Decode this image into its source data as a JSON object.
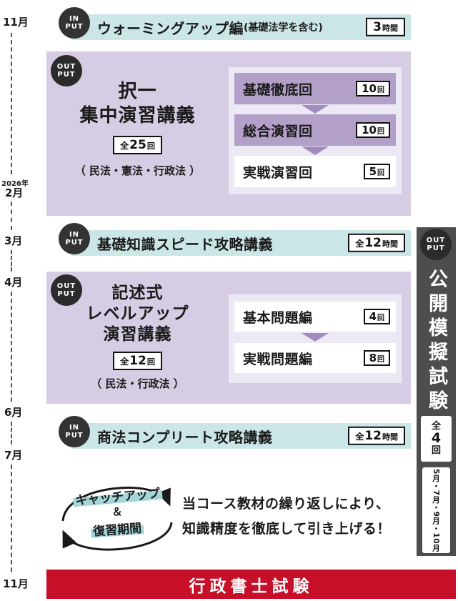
{
  "badges": {
    "in_top": "IN",
    "in_bottom": "PUT",
    "out_top": "OUT",
    "out_bottom": "PUT"
  },
  "timeline": {
    "m0": "11月",
    "m1_year": "2026年",
    "m1": "2月",
    "m2": "3月",
    "m3": "4月",
    "m4": "6月",
    "m5": "7月",
    "m6": "11月"
  },
  "warmup": {
    "title": "ウォーミングアップ編",
    "subtitle": "(基礎法学を含む)",
    "count_num": "3",
    "count_unit": "時間"
  },
  "takuitsu": {
    "title_line1": "択一",
    "title_line2": "集中演習講義",
    "count_prefix": "全",
    "count_num": "25",
    "count_unit": "回",
    "subjects": "（ 民法・憲法・行政法 ）",
    "stages": [
      {
        "label": "基礎徹底回",
        "num": "10",
        "unit": "回"
      },
      {
        "label": "総合演習回",
        "num": "10",
        "unit": "回"
      },
      {
        "label": "実戦演習回",
        "num": "5",
        "unit": "回"
      }
    ]
  },
  "kiso": {
    "title": "基礎知識スピード攻略講義",
    "count_prefix": "全",
    "count_num": "12",
    "count_unit": "時間"
  },
  "kijutsu": {
    "title_line1": "記述式",
    "title_line2": "レベルアップ",
    "title_line3": "演習講義",
    "count_prefix": "全",
    "count_num": "12",
    "count_unit": "回",
    "subjects": "（ 民法・行政法 ）",
    "stages": [
      {
        "label": "基本問題編",
        "num": "4",
        "unit": "回"
      },
      {
        "label": "実戦問題編",
        "num": "8",
        "unit": "回"
      }
    ]
  },
  "shoho": {
    "title": "商法コンプリート攻略講義",
    "count_prefix": "全",
    "count_num": "12",
    "count_unit": "時間"
  },
  "catchup": {
    "word1": "キャッチアップ",
    "amp": "＆",
    "word2": "復習期間",
    "desc1": "当コース教材の繰り返しにより、",
    "desc2": "知識精度を徹底して引き上げる！"
  },
  "mock": {
    "title": "公開模擬試験",
    "count_prefix": "全",
    "count_num": "4",
    "count_unit": "回",
    "months": "5月・7月・9月・10月"
  },
  "exam": {
    "title": "行政書士試験"
  },
  "colors": {
    "teal": "#cbe6e7",
    "purple_light": "#d6cce3",
    "purple_inner": "#ece8f4",
    "purple_dark": "#b2a0c9",
    "gray_bar": "#4d4d4d",
    "red": "#c60f28",
    "badge": "#333333",
    "highlight": "#a4d5d8"
  }
}
